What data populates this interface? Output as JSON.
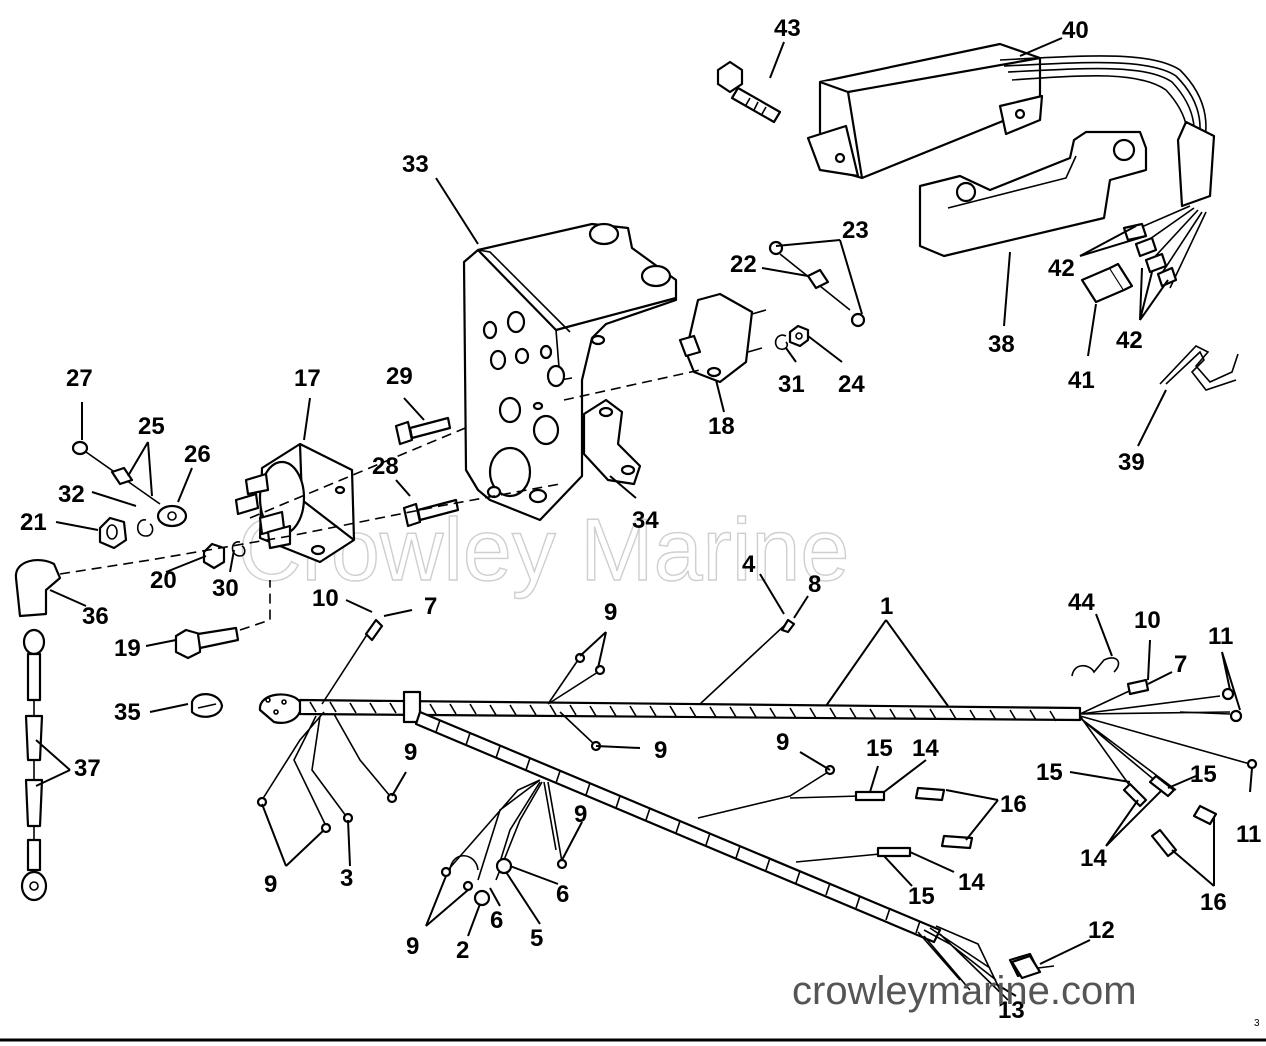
{
  "watermark": "Crowley Marine",
  "site_url": "crowleymarine.com",
  "corner_mark": "3",
  "callouts": {
    "c43": "43",
    "c40": "40",
    "c33": "33",
    "c23": "23",
    "c22": "22",
    "c42a": "42",
    "c42b": "42",
    "c38": "38",
    "c41": "41",
    "c39": "39",
    "c27": "27",
    "c17": "17",
    "c29": "29",
    "c18": "18",
    "c31": "31",
    "c24": "24",
    "c25": "25",
    "c26": "26",
    "c32": "32",
    "c21": "21",
    "c28": "28",
    "c20": "20",
    "c30": "30",
    "c34": "34",
    "c36": "36",
    "c19": "19",
    "c10a": "10",
    "c7a": "7",
    "c4": "4",
    "c8": "8",
    "c1": "1",
    "c44": "44",
    "c10b": "10",
    "c11a": "11",
    "c7b": "7",
    "c9a": "9",
    "c35": "35",
    "c9b": "9",
    "c9c": "9",
    "c37": "37",
    "c9d": "9",
    "c15a": "15",
    "c14a": "14",
    "c15b": "15",
    "c15c": "15",
    "c16a": "16",
    "c11b": "11",
    "c9e": "9",
    "c3": "3",
    "c9f": "9",
    "c14b": "14",
    "c6a": "6",
    "c14c": "14",
    "c15d": "15",
    "c16b": "16",
    "c9g": "9",
    "c6b": "6",
    "c5": "5",
    "c2": "2",
    "c12": "12",
    "c13": "13"
  }
}
